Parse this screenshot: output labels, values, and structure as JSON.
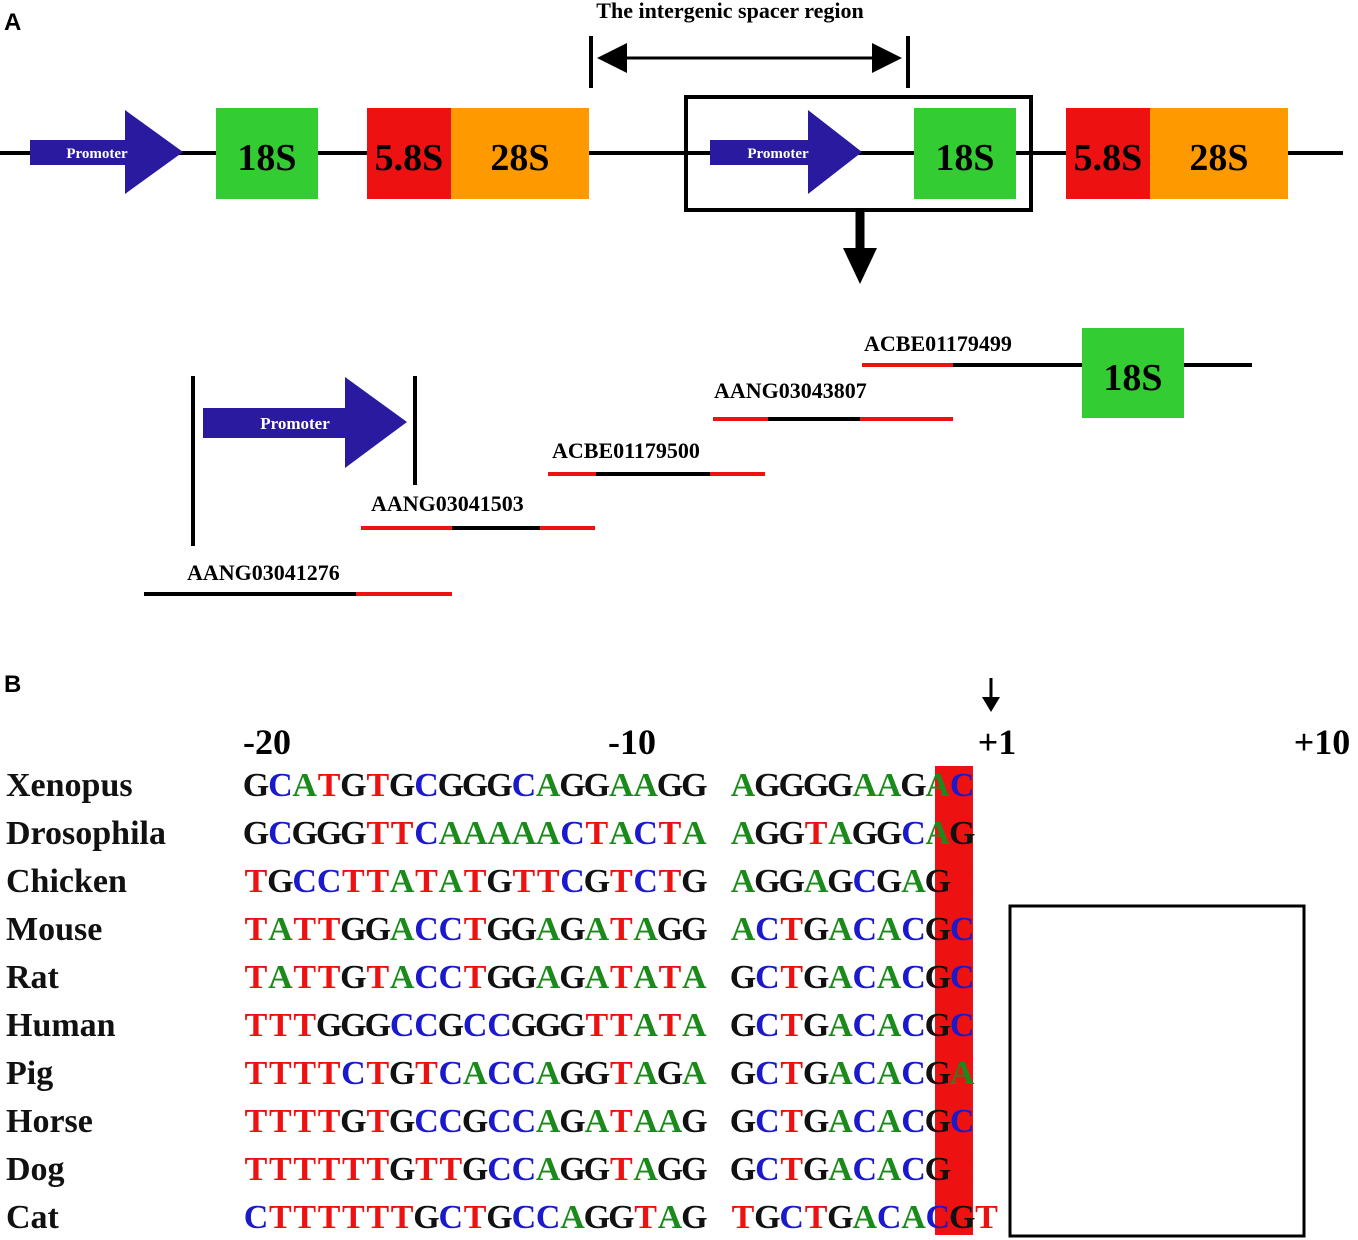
{
  "panel_a": {
    "label": "A",
    "spacer_label": "The intergenic spacer region",
    "promoter_label": "Promoter",
    "genes": {
      "s18": "18S",
      "s58": "5.8S",
      "s28": "28S"
    },
    "contigs": [
      "ACBE01179499",
      "AANG03043807",
      "ACBE01179500",
      "AANG03041503",
      "AANG03041276"
    ]
  },
  "panel_b": {
    "label": "B",
    "positions": [
      "-20",
      "-10",
      "+1",
      "+10"
    ],
    "species": [
      {
        "name": "Xenopus",
        "seq": "GCATGTGCGGGCAGGAAGGTAGGGGAAGAC"
      },
      {
        "name": "Drosophila",
        "seq": "GCGGGTTCAAAAACTACTATAGGTAGGCAG"
      },
      {
        "name": "Chicken",
        "seq": "TGCCTTATATGTTCGTCTGTAGGAGCGAGT"
      },
      {
        "name": "Mouse",
        "seq": "TATTGGACCTGGAGATAGGTACTGACACGC"
      },
      {
        "name": "Rat",
        "seq": "TATTGTACCTGGAGATATATGCTGACACGC"
      },
      {
        "name": "Human",
        "seq": "TTTGGGCCGCCGGGTTATATGCTGACACGC"
      },
      {
        "name": "Pig",
        "seq": "TTTTCTGTCACCAGGTAGATGCTGACACGA"
      },
      {
        "name": "Horse",
        "seq": "TTTTGTGCCGCCAGATAAGTGCTGACACGC"
      },
      {
        "name": "Dog",
        "seq": "TTTTTTGTTGCCAGGTAGGTGCTGACACGT"
      },
      {
        "name": "Cat",
        "seq": "CTTTTTTGCTGCCAGGTAGGTGCTGACACGT"
      }
    ],
    "base_colors": {
      "A": "#1a8a1a",
      "T": "#ee1111",
      "C": "#1a1acc",
      "G": "#111111"
    },
    "highlight_color": "#ee1111"
  }
}
